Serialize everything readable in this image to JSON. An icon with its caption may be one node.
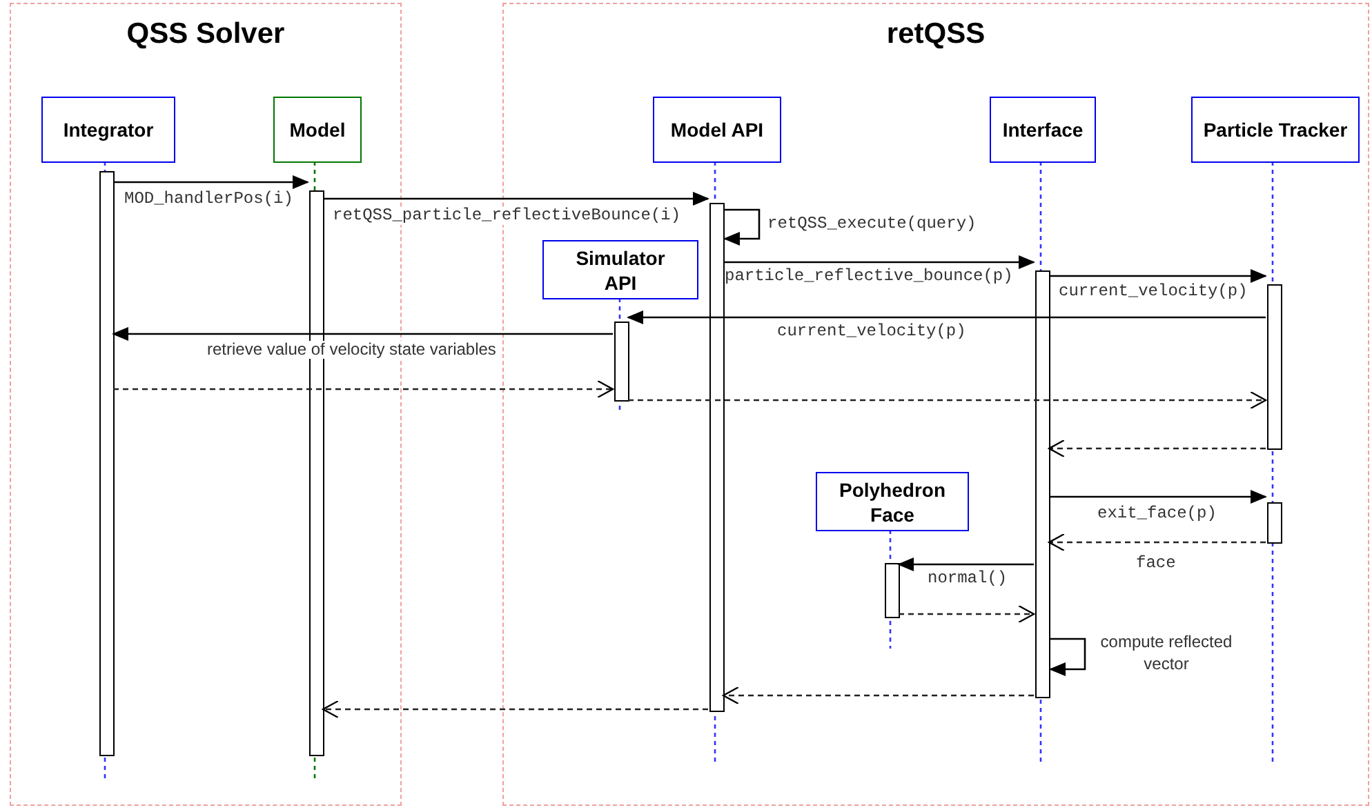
{
  "diagram": {
    "nodes": [
      {
        "text": [
          "QSS Solver"
        ]
      },
      {
        "text": [
          "Integrator"
        ],
        "in": 0
      },
      {
        "text": [
          "Model"
        ],
        "in": 0
      },
      {
        "text": [],
        "shape": "bar",
        "in": 0
      },
      {
        "text": [],
        "shape": "bar",
        "in": 0
      },
      {
        "text": [
          "retQSS"
        ]
      },
      {
        "text": [
          "Model API"
        ],
        "in": 5
      },
      {
        "text": [
          "Interface"
        ],
        "in": 5
      },
      {
        "text": [
          "Particle Tracker"
        ],
        "in": 5
      },
      {
        "text": [
          "Simulator API"
        ],
        "in": 5
      },
      {
        "text": [
          "Polyhedron Face"
        ],
        "in": 5
      },
      {
        "text": [],
        "shape": "bar",
        "in": 5
      },
      {
        "text": [],
        "shape": "bar",
        "in": 5
      },
      {
        "text": [],
        "shape": "bar",
        "in": 5
      },
      {
        "text": [],
        "shape": "bar",
        "in": 5
      },
      {
        "text": [],
        "shape": "bar",
        "in": 5
      },
      {
        "text": [],
        "shape": "bar",
        "in": 5
      }
    ],
    "edges": [
      {
        "from": 3,
        "to": 4,
        "arrow": "to",
        "label": "MOD_handlerPos(i)"
      },
      {
        "from": 4,
        "to": 12,
        "arrow": "to",
        "label": "retQSS_particle_reflectiveBounce(i)"
      },
      {
        "from": 12,
        "to": 12,
        "arrow": "to",
        "label": "retQSS_execute(query)"
      },
      {
        "from": 12,
        "to": 14,
        "arrow": "to",
        "label": "particle_reflective_bounce(p)"
      },
      {
        "from": 14,
        "to": 15,
        "arrow": "to",
        "label": "current_velocity(p)"
      },
      {
        "from": 15,
        "to": 11,
        "arrow": "to",
        "label": "current_velocity(p)"
      },
      {
        "from": 11,
        "to": 3,
        "arrow": "to",
        "label": "retrieve value of velocity state variables"
      },
      {
        "from": 3,
        "to": 11,
        "arrow": "to",
        "style": "dashed"
      },
      {
        "from": 11,
        "to": 15,
        "arrow": "to",
        "style": "dashed"
      },
      {
        "from": 15,
        "to": 14,
        "arrow": "to",
        "style": "dashed"
      },
      {
        "from": 14,
        "to": 16,
        "arrow": "to",
        "label": "exit_face(p)"
      },
      {
        "from": 16,
        "to": 14,
        "arrow": "to",
        "style": "dashed",
        "label": "face"
      },
      {
        "from": 14,
        "to": 13,
        "arrow": "to",
        "label": "normal()"
      },
      {
        "from": 13,
        "to": 14,
        "arrow": "to",
        "style": "dashed"
      },
      {
        "from": 14,
        "to": 14,
        "arrow": "to",
        "label": "compute reflected vector"
      },
      {
        "from": 14,
        "to": 12,
        "arrow": "to",
        "style": "dashed"
      },
      {
        "from": 12,
        "to": 4,
        "arrow": "to",
        "style": "dashed"
      }
    ]
  }
}
